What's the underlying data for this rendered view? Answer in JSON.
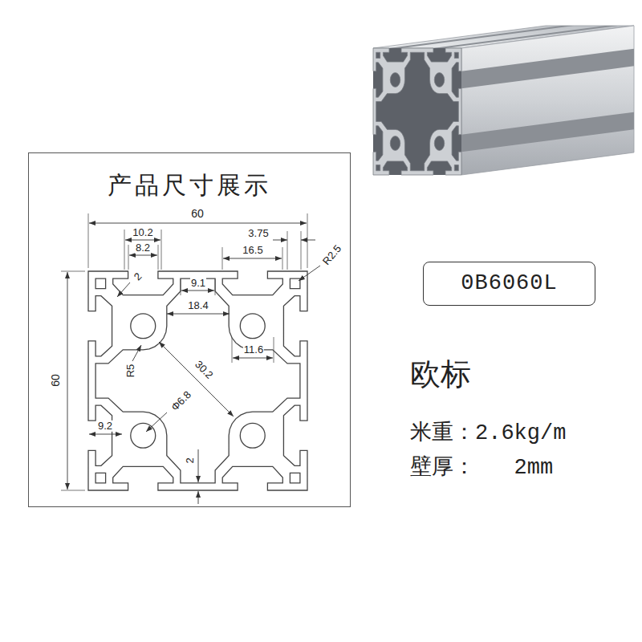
{
  "diagram": {
    "nodes": [
      {
        "text": [
          "产品尺寸展示"
        ]
      },
      {
        "text": [
          "0B6060L"
        ]
      }
    ],
    "labels": [
      "60",
      "10.2",
      "8.2",
      "3.75",
      "16.5",
      "R2.5",
      "2",
      "9.1",
      "18.4",
      "60",
      "11.6",
      "R5",
      "30.2",
      "Φ6.8",
      "9.2",
      "2",
      "欧标",
      "米重：2.6kg/m",
      "壁厚：   2mm"
    ]
  }
}
